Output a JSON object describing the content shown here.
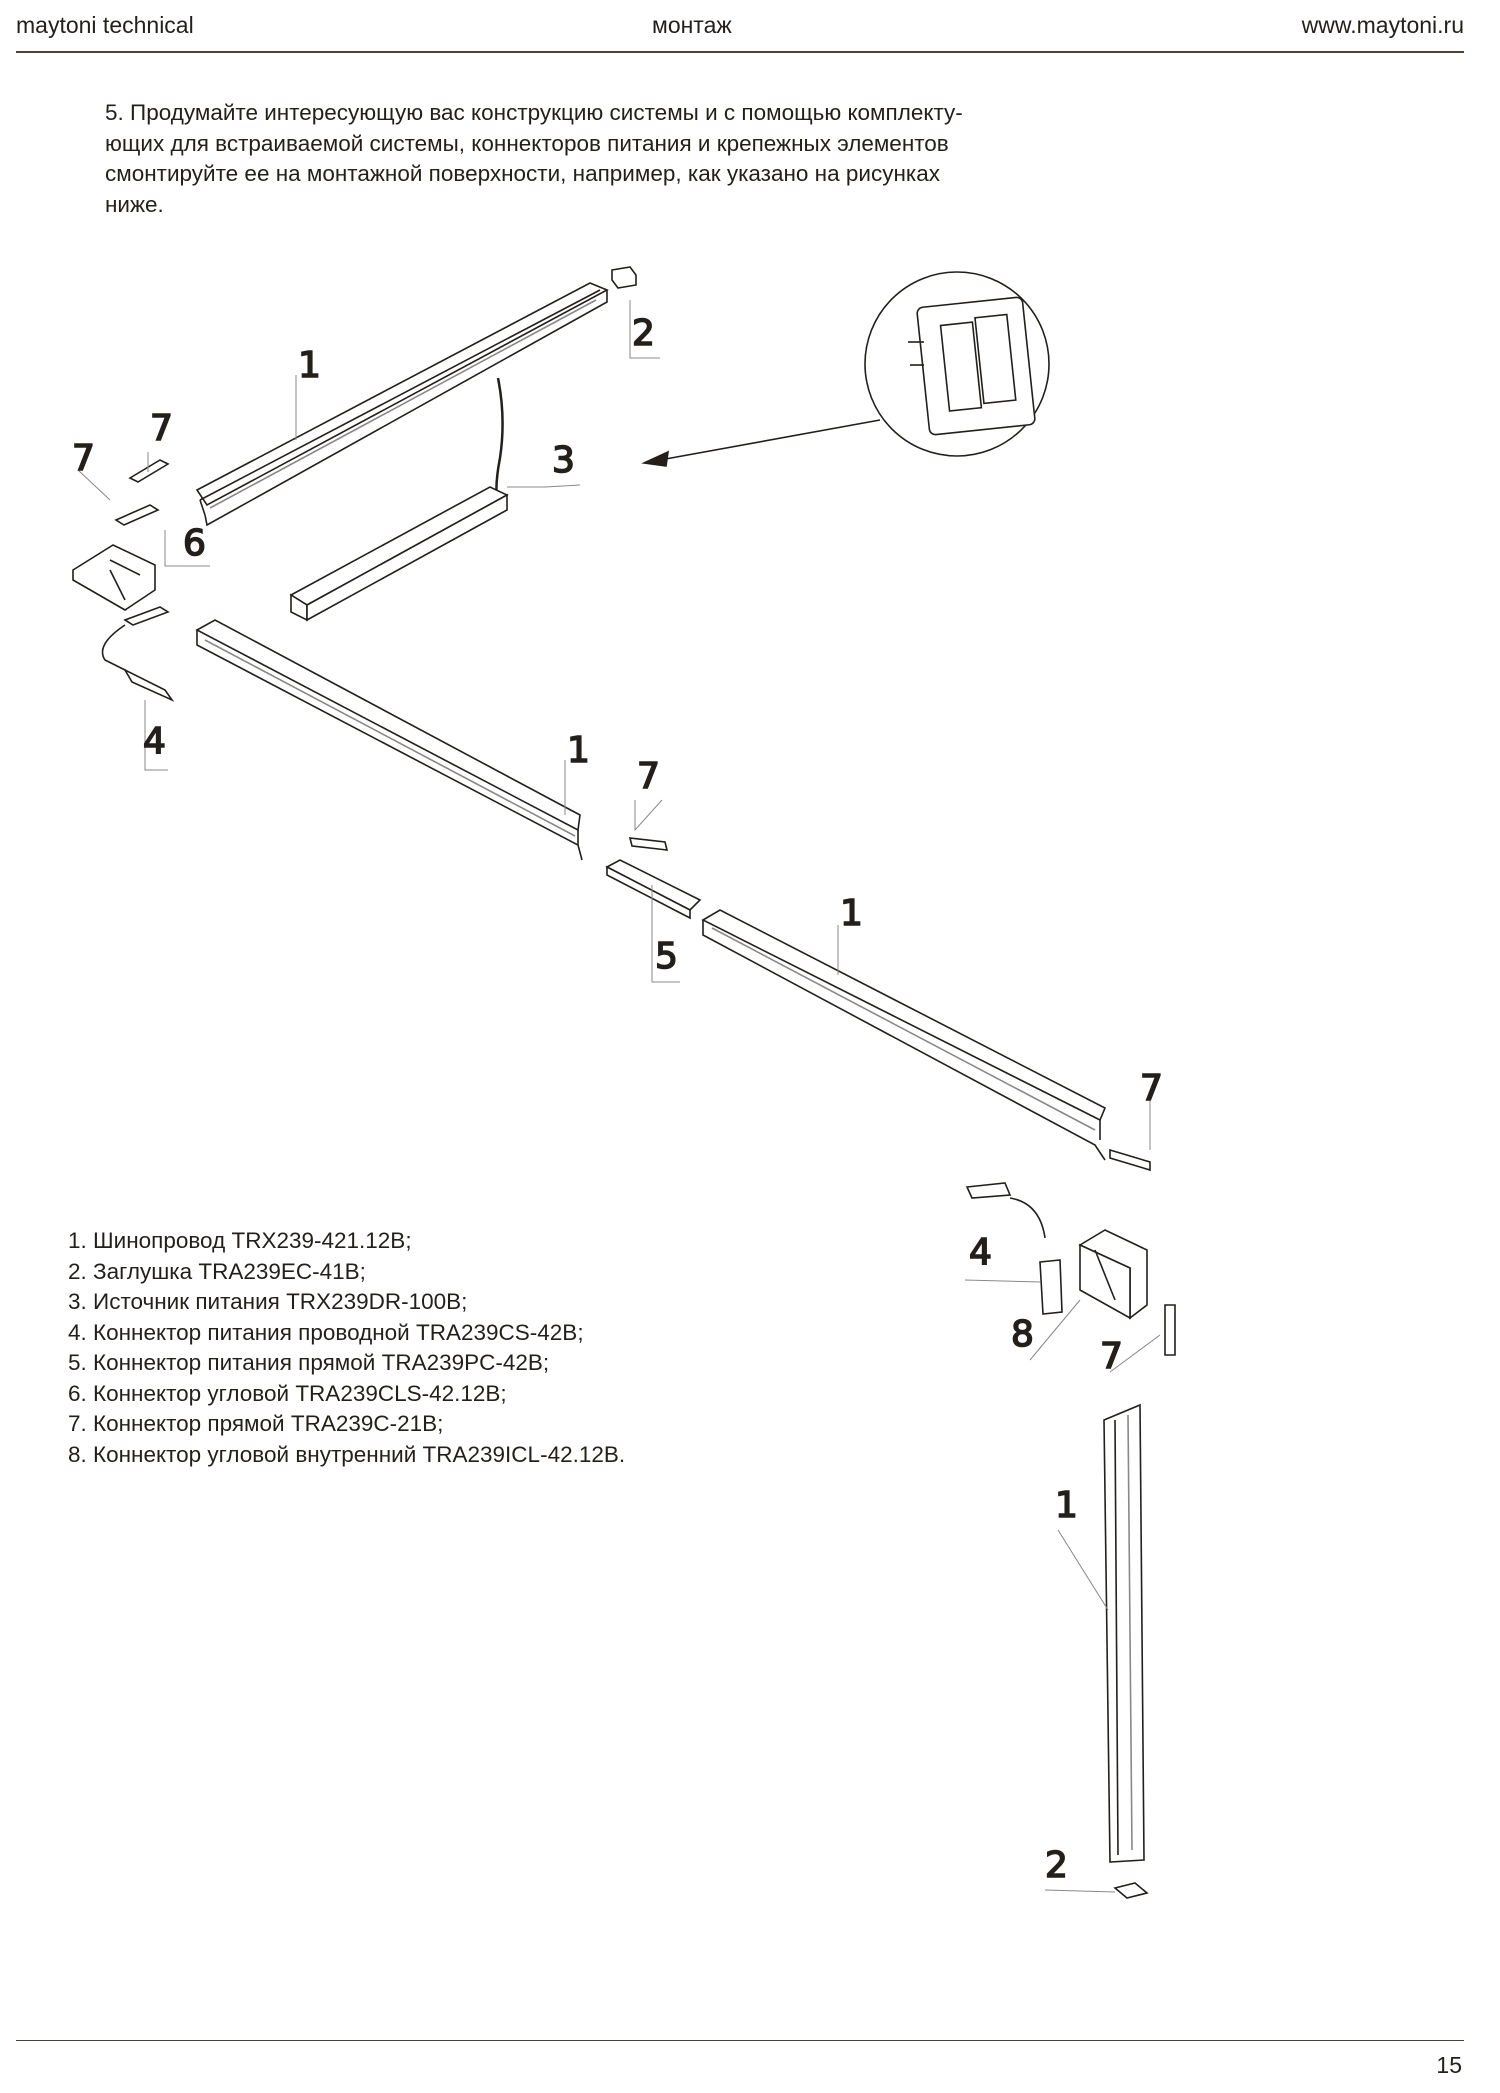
{
  "header": {
    "left": "maytoni technical",
    "center": "монтаж",
    "right": "www.maytoni.ru"
  },
  "intro": [
    "5. Продумайте интересующую вас конструкцию системы и с помощью комплекту-",
    "ющих для встраиваемой системы, коннекторов питания и крепежных элементов",
    "смонтируйте ее на монтажной поверхности, например, как указано на рисунках",
    "ниже."
  ],
  "callouts": {
    "rail_top": "1",
    "cap_top": "2",
    "conn7_a": "7",
    "conn7_b": "7",
    "psu": "3",
    "corner6": "6",
    "conn4_left": "4",
    "rail_mid": "1",
    "conn7_mid": "7",
    "conn5": "5",
    "rail_right": "1",
    "conn7_right": "7",
    "conn4_right": "4",
    "corner8": "8",
    "conn7_vert": "7",
    "rail_vert": "1",
    "cap_bottom": "2"
  },
  "legend": [
    "1. Шинопровод TRX239-421.12B;",
    "2. Заглушка TRA239EC-41B;",
    "3. Источник питания TRX239DR-100B;",
    "4. Коннектор питания проводной TRA239CS-42B;",
    "5. Коннектор питания прямой TRA239PC-42B;",
    "6. Коннектор угловой TRA239CLS-42.12B;",
    "7. Коннектор прямой TRA239C-21B;",
    "8. Коннектор угловой внутренний TRA239ICL-42.12B."
  ],
  "footer": {
    "page": "15"
  }
}
